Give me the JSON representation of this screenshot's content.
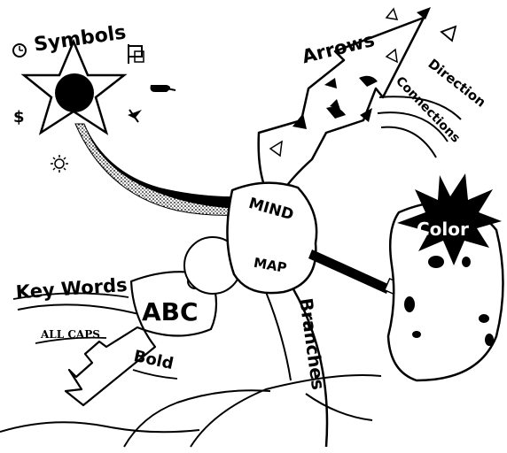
{
  "center": {
    "line1": "MIND",
    "line2": "MAP"
  },
  "branches": {
    "symbols": "Symbols",
    "arrows": "Arrows",
    "direction": "Direction",
    "connections": "Connections",
    "color": "Color",
    "key_words": "Key Words",
    "abc": "ABC",
    "all_caps": "ALL CAPS",
    "bold": "Bold",
    "branches": "Branches"
  },
  "icons": [
    "clock-icon",
    "flag-icon",
    "pointing-hand-icon",
    "airplane-icon",
    "dollar-icon",
    "sun-icon",
    "star-icon",
    "key-icon",
    "paintbrush-icon",
    "palette-icon"
  ]
}
